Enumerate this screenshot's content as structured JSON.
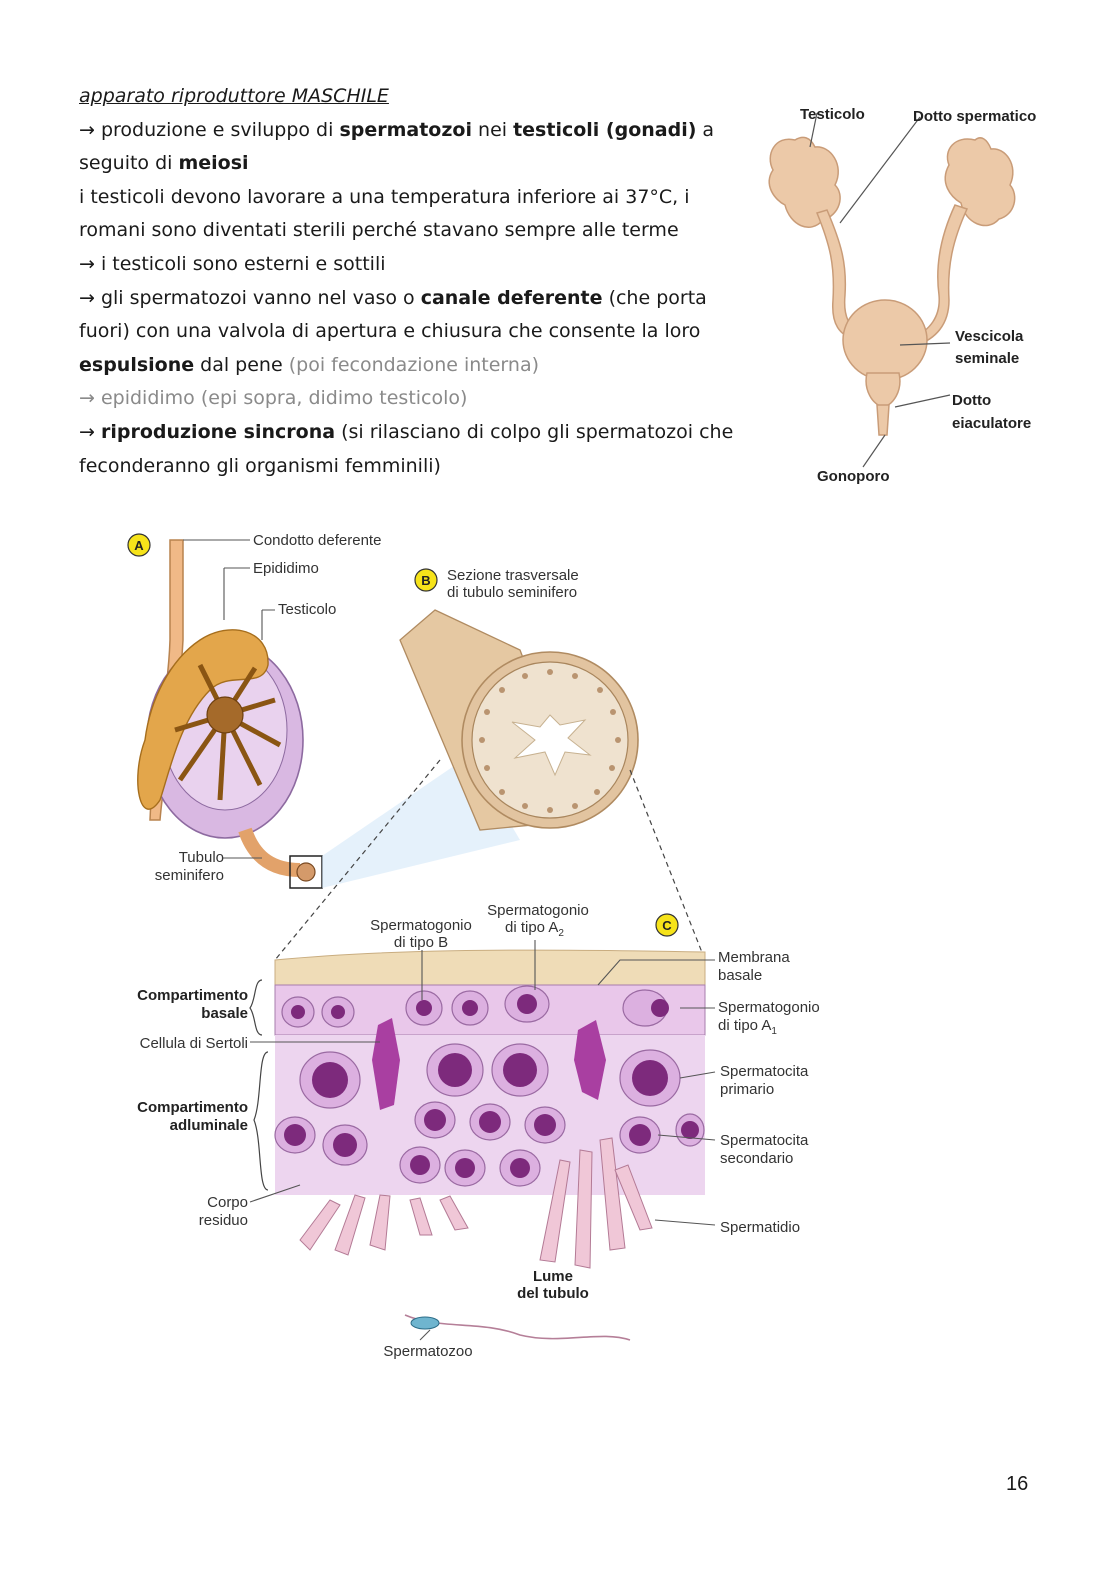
{
  "notes": {
    "title": "apparato riproduttore MASCHILE",
    "l1_a": "→ produzione e sviluppo di ",
    "l1_b": "spermatozoi",
    "l1_c": " nei ",
    "l1_d": "testicoli (gonadi)",
    "l1_e": " a seguito di ",
    "l1_f": "meiosi",
    "l2": "i testicoli devono lavorare a una temperatura inferiore ai 37°C, i romani sono diventati sterili perché stavano sempre alle terme",
    "l3": "→ i testicoli sono esterni e sottili",
    "l4_a": "→ gli spermatozoi vanno nel vaso o ",
    "l4_b": "canale deferente",
    "l4_c": " (che porta fuori) con una valvola di apertura e chiusura che consente la loro ",
    "l4_d": "espulsione",
    "l4_e": " dal pene ",
    "l4_f": "(poi fecondazione interna)",
    "l5": "→ epididimo (epi sopra, didimo testicolo)",
    "l6_a": "→ ",
    "l6_b": "riproduzione sincrona",
    "l6_c": " (si rilasciano di colpo gli spermatozoi che feconderanno gli organismi femminili)"
  },
  "diagram1": {
    "testicolo": "Testicolo",
    "dotto_spermatico": "Dotto spermatico",
    "vescicola_1": "Vescicola",
    "vescicola_2": "seminale",
    "dotto_1": "Dotto",
    "dotto_2": "eiaculatore",
    "gonoporo": "Gonoporo"
  },
  "diagram2": {
    "badge_a": "A",
    "badge_b": "B",
    "badge_c": "C",
    "condotto": "Condotto deferente",
    "epididimo": "Epididimo",
    "testicolo": "Testicolo",
    "sezione_1": "Sezione trasversale",
    "sezione_2": "di tubulo seminifero",
    "tubulo_1": "Tubulo",
    "tubulo_2": "seminifero",
    "sg_b_1": "Spermatogonio",
    "sg_b_2": "di tipo B",
    "sg_a2_1": "Spermatogonio",
    "sg_a2_2": "di tipo A",
    "sub2": "2",
    "membrana_1": "Membrana",
    "membrana_2": "basale",
    "sg_a1_1": "Spermatogonio",
    "sg_a1_2": "di tipo A",
    "sub1": "1",
    "comp_bas_1": "Compartimento",
    "comp_bas_2": "basale",
    "sertoli": "Cellula di Sertoli",
    "spc1_1": "Spermatocita",
    "spc1_2": "primario",
    "comp_adl_1": "Compartimento",
    "comp_adl_2": "adluminale",
    "spc2_1": "Spermatocita",
    "spc2_2": "secondario",
    "corpo_1": "Corpo",
    "corpo_2": "residuo",
    "spermatidio": "Spermatidio",
    "lume_1": "Lume",
    "lume_2": "del tubulo",
    "spermatozoo": "Spermatozoo"
  },
  "page_number": "16"
}
